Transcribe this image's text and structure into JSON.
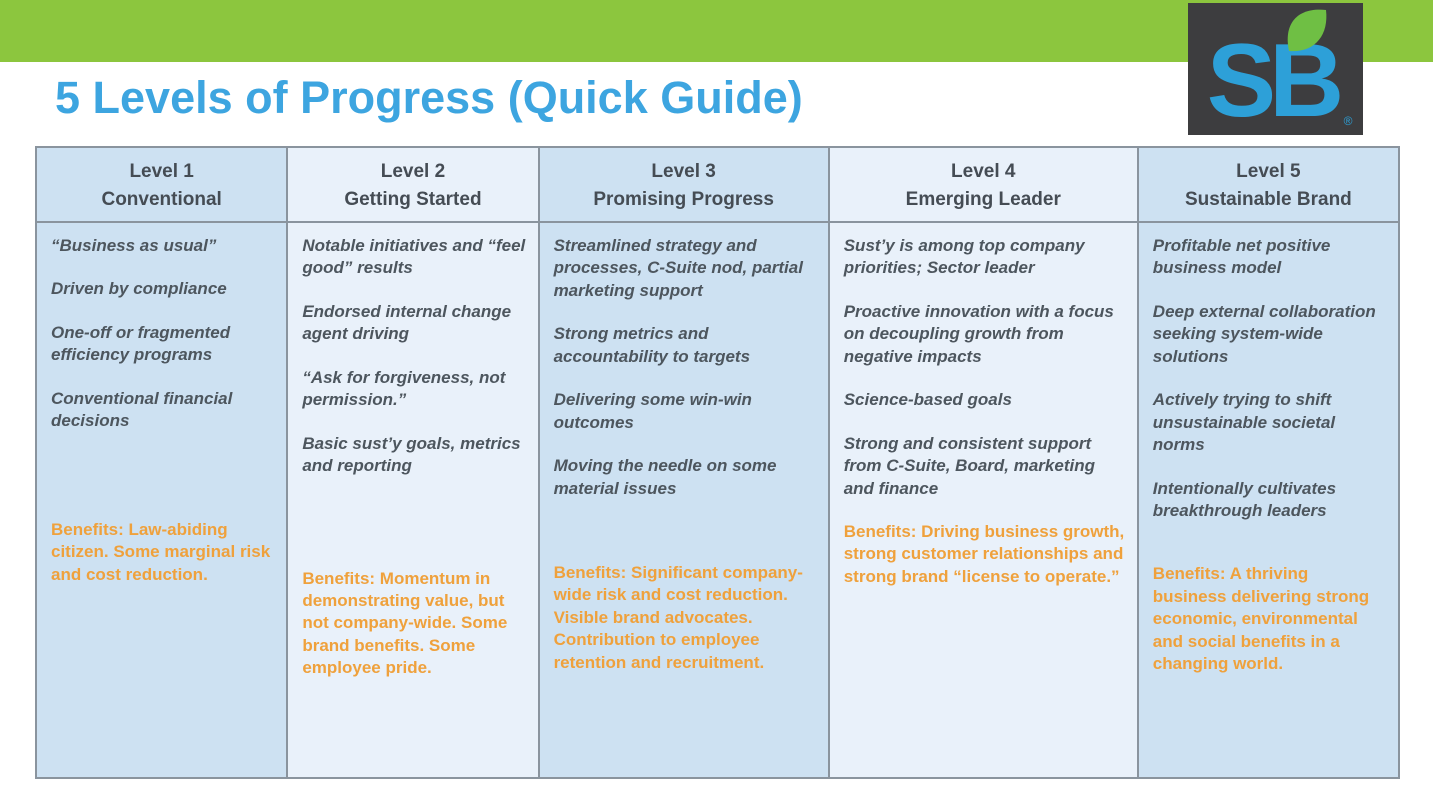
{
  "slide": {
    "title": "5 Levels of Progress (Quick Guide)"
  },
  "logo": {
    "text": "SB",
    "registered_mark": "®"
  },
  "colors": {
    "banner_green": "#8cc63e",
    "title_blue": "#3da5e0",
    "benefits_orange": "#efa13c",
    "body_text_gray": "#4d565e",
    "column_bg_odd": "#cde1f2",
    "column_bg_even": "#e9f1fa",
    "table_border_gray": "#8a949e",
    "logo_background": "#3d3d3f",
    "logo_blue": "#2da0d8",
    "leaf_green": "#6fbf44"
  },
  "table": {
    "columns": [
      {
        "header_line1": "Level 1",
        "header_line2": "Conventional",
        "items": [
          "“Business as usual”",
          "Driven by compliance",
          "One-off or fragmented efficiency programs",
          "Conventional financial decisions"
        ],
        "benefits": "Benefits: Law-abiding citizen. Some marginal risk and cost reduction."
      },
      {
        "header_line1": "Level 2",
        "header_line2": "Getting Started",
        "items": [
          "Notable initiatives and “feel good” results",
          "Endorsed internal change agent driving",
          "“Ask for forgiveness, not permission.”",
          "Basic sust’y goals, metrics and reporting"
        ],
        "benefits": "Benefits: Momentum in demonstrating value, but not company-wide. Some brand benefits. Some employee pride."
      },
      {
        "header_line1": "Level 3",
        "header_line2": "Promising Progress",
        "items": [
          "Streamlined strategy and processes, C-Suite nod, partial marketing support",
          "Strong metrics and accountability to targets",
          "Delivering some win-win outcomes",
          "Moving the needle on some material issues"
        ],
        "benefits": "Benefits: Significant company-wide risk and cost reduction. Visible brand advocates. Contribution to employee retention and recruitment."
      },
      {
        "header_line1": "Level 4",
        "header_line2": "Emerging Leader",
        "items": [
          "Sust’y is among top company priorities; Sector leader",
          "Proactive innovation with a focus on decoupling growth from negative impacts",
          "Science-based goals",
          "Strong and consistent support from C-Suite, Board, marketing and finance"
        ],
        "benefits": "Benefits: Driving business growth, strong customer relationships and strong brand “license to operate.”"
      },
      {
        "header_line1": "Level 5",
        "header_line2": "Sustainable Brand",
        "items": [
          "Profitable net positive business model",
          "Deep external collaboration seeking system-wide solutions",
          "Actively trying to shift unsustainable societal norms",
          "Intentionally cultivates breakthrough leaders"
        ],
        "benefits": "Benefits: A thriving business delivering strong economic, environmental and social benefits in a changing world."
      }
    ]
  }
}
